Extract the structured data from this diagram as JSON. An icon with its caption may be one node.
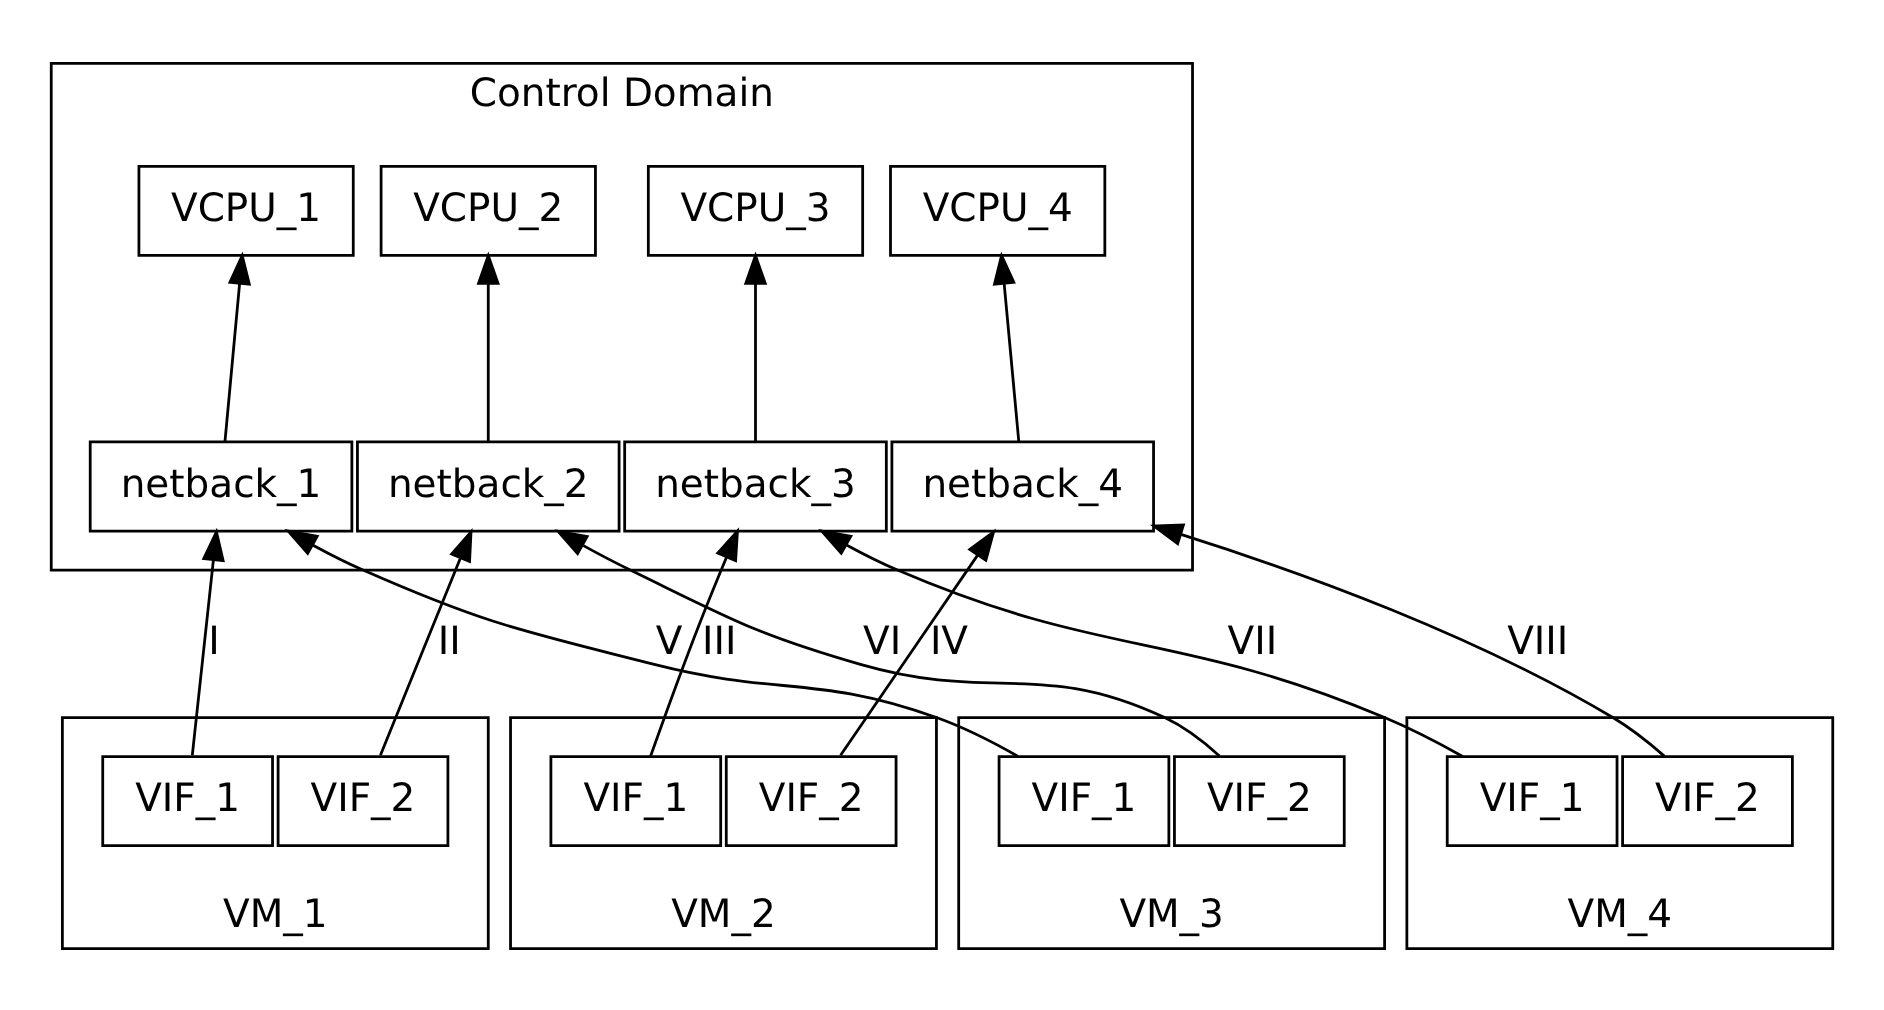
{
  "diagram": {
    "nodes": [
      {
        "text": [
          "Control Domain"
        ]
      },
      {
        "text": [
          "VCPU_1"
        ],
        "in": 0
      },
      {
        "text": [
          "VCPU_2"
        ],
        "in": 0
      },
      {
        "text": [
          "VCPU_3"
        ],
        "in": 0
      },
      {
        "text": [
          "VCPU_4"
        ],
        "in": 0
      },
      {
        "text": [
          "netback_1"
        ],
        "in": 0
      },
      {
        "text": [
          "netback_2"
        ],
        "in": 0
      },
      {
        "text": [
          "netback_3"
        ],
        "in": 0
      },
      {
        "text": [
          "netback_4"
        ],
        "in": 0
      },
      {
        "text": [
          "VM_1"
        ]
      },
      {
        "text": [
          "VIF_1"
        ],
        "in": 9
      },
      {
        "text": [
          "VIF_2"
        ],
        "in": 9
      },
      {
        "text": [
          "VM_2"
        ]
      },
      {
        "text": [
          "VIF_1"
        ],
        "in": 12
      },
      {
        "text": [
          "VIF_2"
        ],
        "in": 12
      },
      {
        "text": [
          "VM_3"
        ]
      },
      {
        "text": [
          "VIF_1"
        ],
        "in": 15
      },
      {
        "text": [
          "VIF_2"
        ],
        "in": 15
      },
      {
        "text": [
          "VM_4"
        ]
      },
      {
        "text": [
          "VIF_1"
        ],
        "in": 18
      },
      {
        "text": [
          "VIF_2"
        ],
        "in": 18
      }
    ],
    "edges": [
      {
        "from": 5,
        "to": 1,
        "arrow": "to"
      },
      {
        "from": 6,
        "to": 2,
        "arrow": "to"
      },
      {
        "from": 7,
        "to": 3,
        "arrow": "to"
      },
      {
        "from": 8,
        "to": 4,
        "arrow": "to"
      },
      {
        "from": 10,
        "to": 5,
        "arrow": "to",
        "label": "I"
      },
      {
        "from": 11,
        "to": 6,
        "arrow": "to",
        "label": "II"
      },
      {
        "from": 13,
        "to": 7,
        "arrow": "to",
        "label": "III"
      },
      {
        "from": 14,
        "to": 8,
        "arrow": "to",
        "label": "IV"
      },
      {
        "from": 16,
        "to": 5,
        "arrow": "to",
        "label": "V"
      },
      {
        "from": 17,
        "to": 6,
        "arrow": "to",
        "label": "VI"
      },
      {
        "from": 19,
        "to": 7,
        "arrow": "to",
        "label": "VII"
      },
      {
        "from": 20,
        "to": 8,
        "arrow": "to",
        "label": "VIII"
      }
    ]
  }
}
